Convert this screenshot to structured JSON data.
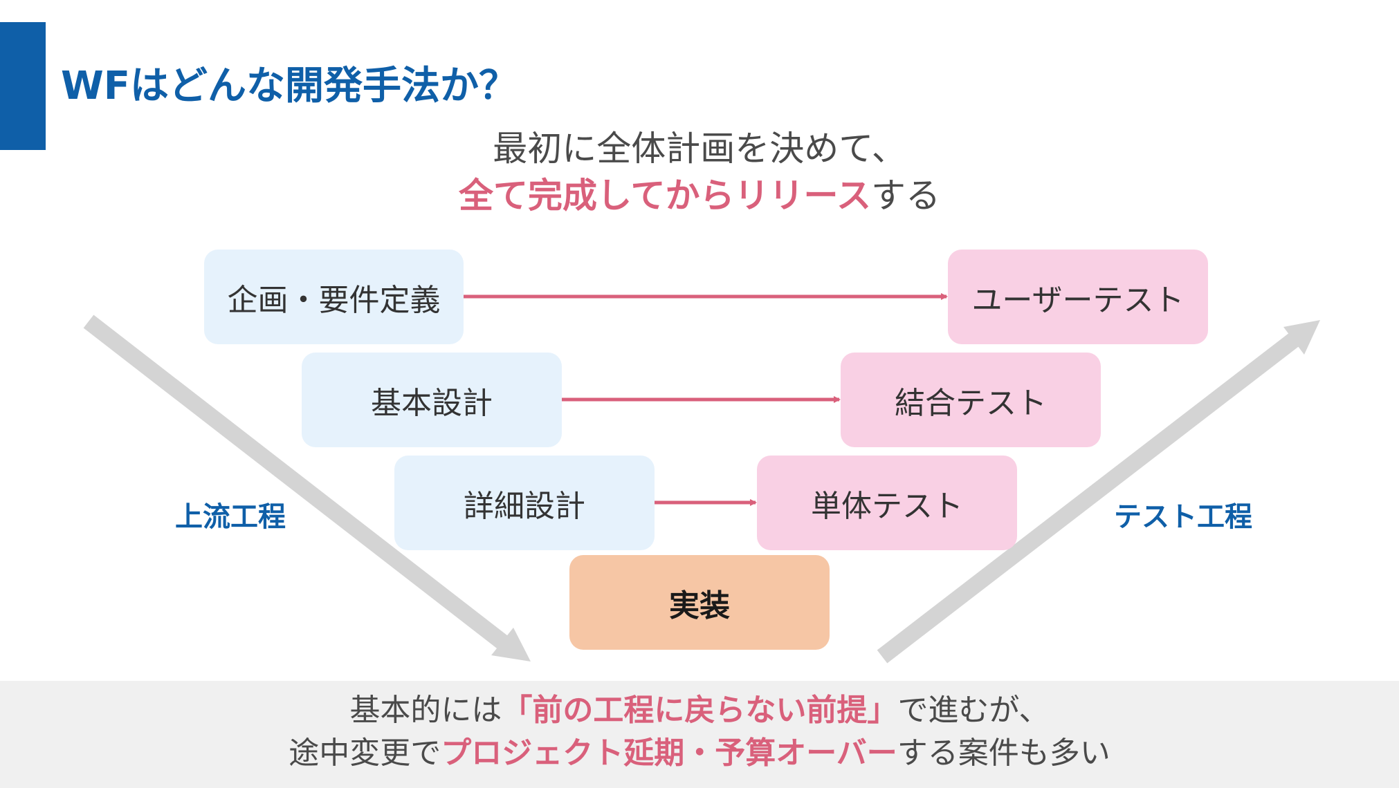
{
  "title": "WFはどんな開発手法か？",
  "subtitle": {
    "line1": "最初に全体計画を決めて、",
    "line2_highlight": "全て完成してからリリース",
    "line2_rest": "する"
  },
  "left_boxes": [
    "企画・要件定義",
    "基本設計",
    "詳細設計"
  ],
  "right_boxes": [
    "ユーザーテスト",
    "結合テスト",
    "単体テスト"
  ],
  "center_box": "実装",
  "side_labels": {
    "left": "上流工程",
    "right": "テスト工程"
  },
  "footer": {
    "line1_pre": "基本的には",
    "line1_highlight": "「前の工程に戻らない前提」",
    "line1_post": "で進むが、",
    "line2_pre": "途中変更で",
    "line2_highlight": "プロジェクト延期・予算オーバー",
    "line2_post": "する案件も多い"
  },
  "colors": {
    "title_blue": "#0f5fa8",
    "highlight_pink": "#d9607b",
    "arrow_pink": "#d9607b",
    "box_blue": "#e6f2fc",
    "box_pink": "#f9d0e4",
    "box_orange": "#f6c6a5",
    "diagonal_gray": "#d4d4d4",
    "footer_bg": "#f0f0f0"
  }
}
